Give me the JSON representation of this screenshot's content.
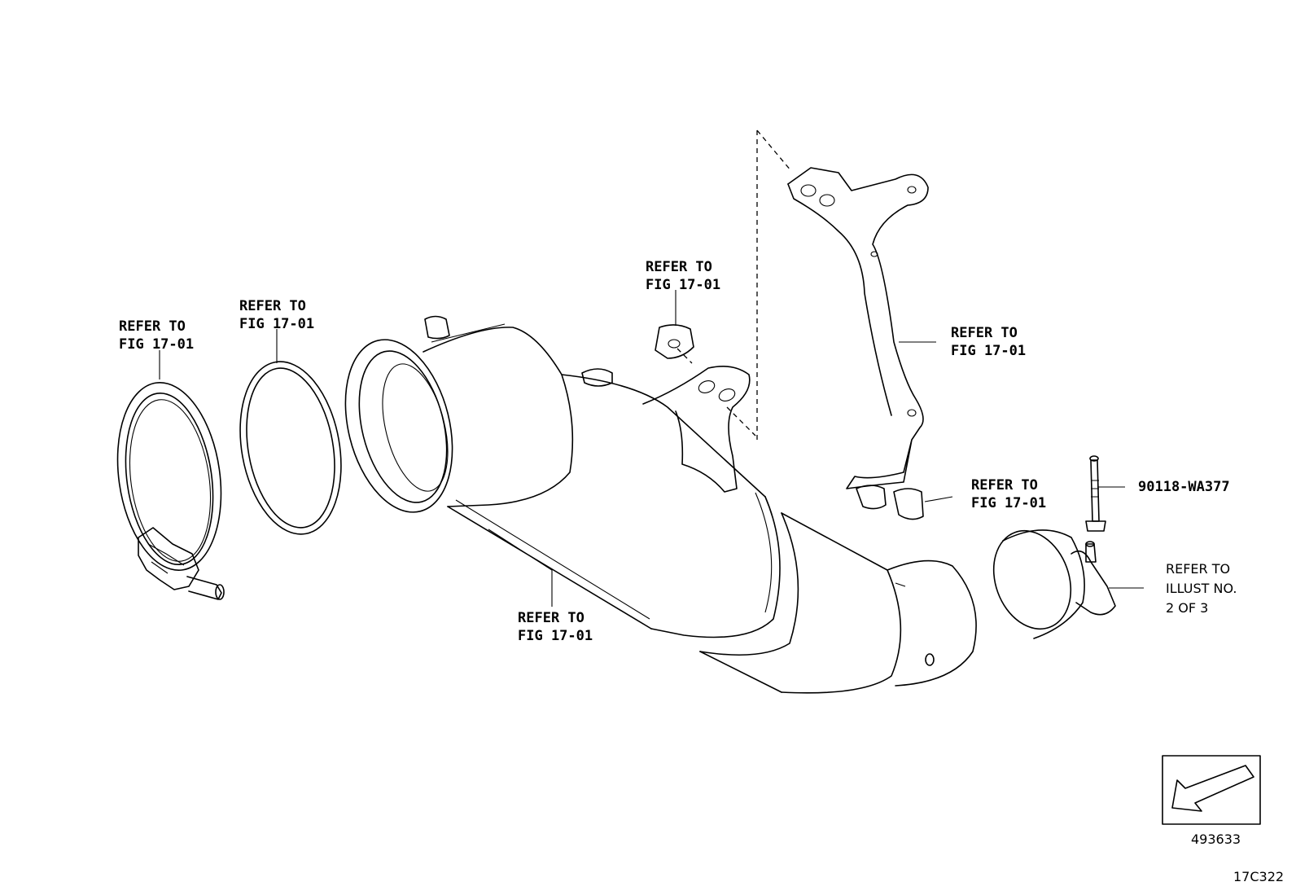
{
  "labels": {
    "clamp_left_line1": "REFER TO",
    "clamp_left_line2": "FIG 17-01",
    "ring_line1": "REFER TO",
    "ring_line2": "FIG 17-01",
    "washer_line1": "REFER TO",
    "washer_line2": "FIG 17-01",
    "bracket_line1": "REFER TO",
    "bracket_line2": "FIG 17-01",
    "clips_line1": "REFER TO",
    "clips_line2": "FIG 17-01",
    "converter_line1": "REFER TO",
    "converter_line2": "FIG 17-01",
    "bolt_part": "90118-WA377",
    "illust_line1": "REFER TO",
    "illust_line2": "ILLUST NO.",
    "illust_line3": "2 OF 3"
  },
  "nav_box_number": "493633",
  "figure_code": "17C322",
  "icons": {
    "nav_arrow": "arrow-down-left-icon"
  }
}
